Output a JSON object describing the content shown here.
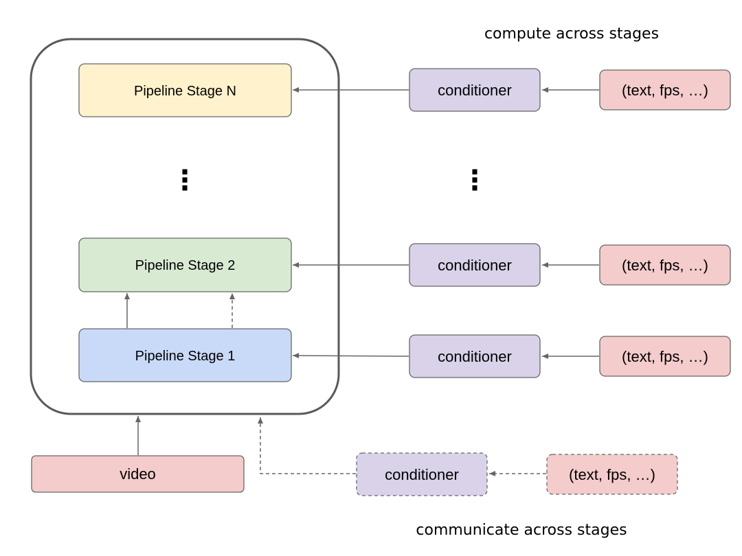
{
  "captions": {
    "top": "compute across stages",
    "bottom": "communicate across stages"
  },
  "pipeline": {
    "stage_n": "Pipeline Stage N",
    "stage_2": "Pipeline Stage 2",
    "stage_1": "Pipeline Stage 1",
    "ellipsis": "⋮"
  },
  "conditioner_label": "conditioner",
  "inputs_label": "(text, fps, …)",
  "conditioner_ellipsis": "⋮",
  "video_label": "video",
  "colors": {
    "stage_n_fill": "#fff2cc",
    "stage_2_fill": "#d9ead3",
    "stage_1_fill": "#c9daf8",
    "conditioner_fill": "#d9d2e9",
    "inputs_fill": "#f4cccc",
    "video_fill": "#f4cccc",
    "box_stroke": "#666666",
    "container_stroke": "#595959",
    "arrow": "#666666"
  }
}
